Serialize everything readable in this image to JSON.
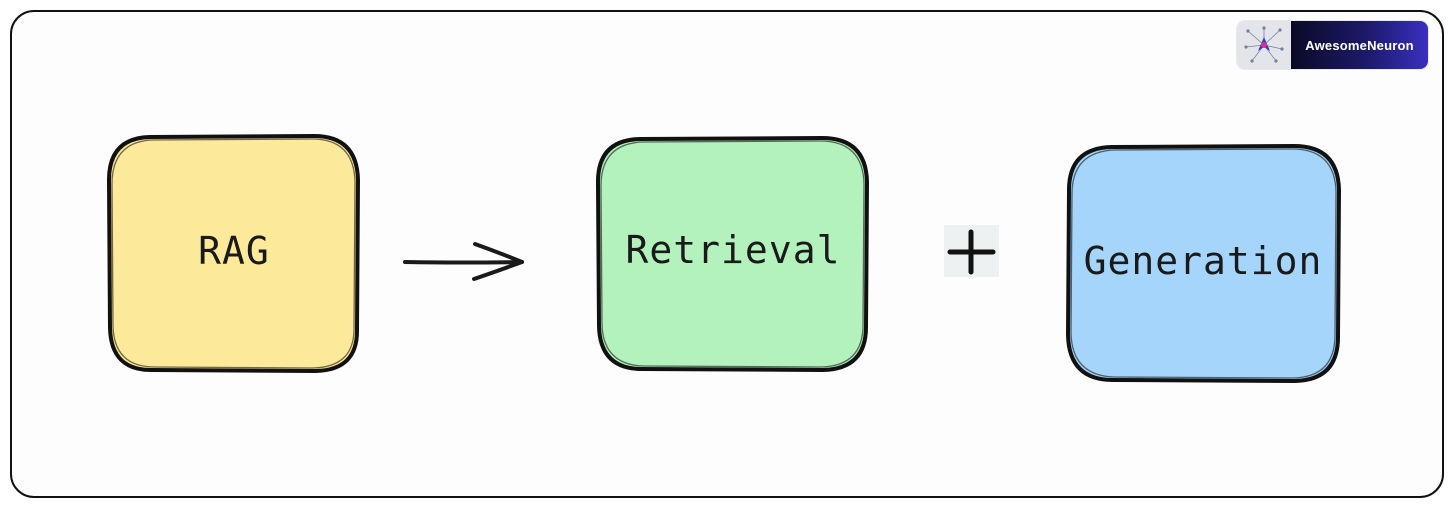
{
  "diagram": {
    "boxes": [
      {
        "label": "RAG",
        "color": "#fde99a"
      },
      {
        "label": "Retrieval",
        "color": "#b3f2bd"
      },
      {
        "label": "Generation",
        "color": "#a5d5fa"
      }
    ],
    "connectors": [
      {
        "type": "arrow"
      },
      {
        "type": "plus"
      }
    ]
  },
  "badge": {
    "text": "AwesomeNeuron",
    "logo_icon": "neuron-network-icon"
  }
}
